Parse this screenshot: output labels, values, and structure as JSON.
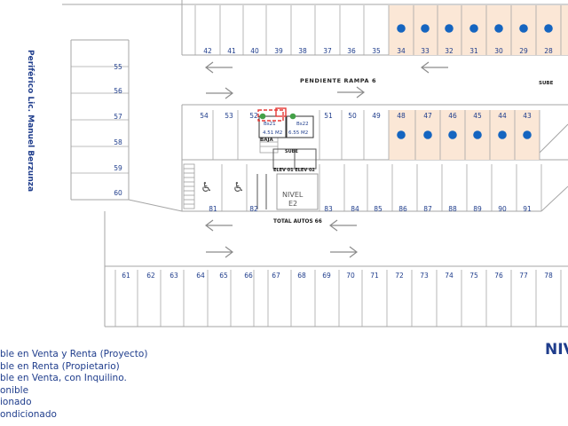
{
  "street_name": "Periférico Lic. Manuel Berzunza",
  "ramp_label": "PENDIENTE RAMPA 6",
  "sube_labels": [
    "SUBE",
    "SUBE"
  ],
  "baja_label": "BAJA",
  "elevators_label": "ELEV 01 ELEV 02",
  "level_label": "NIVEL",
  "level_code": "E2",
  "total_label": "TOTAL AUTOS 66",
  "level_title_partial": "NIV",
  "storage": [
    {
      "code": "Bs21",
      "area": "4.51 M2"
    },
    {
      "code": "Bs22",
      "area": "6.55 M2"
    }
  ],
  "spots": {
    "top_row": [
      "42",
      "41",
      "40",
      "39",
      "38",
      "37",
      "36",
      "35",
      "34",
      "33",
      "32",
      "31",
      "30",
      "29",
      "28"
    ],
    "left_column": [
      "55",
      "56",
      "57",
      "58",
      "59",
      "60"
    ],
    "middle_upper": [
      "54",
      "53",
      "52",
      "51",
      "50",
      "49",
      "48",
      "47",
      "46",
      "45",
      "44",
      "43"
    ],
    "middle_lower": [
      "81",
      "82",
      "83",
      "84",
      "85",
      "86",
      "87",
      "88",
      "89",
      "90",
      "91"
    ],
    "bottom_row": [
      "61",
      "62",
      "63",
      "64",
      "65",
      "66",
      "67",
      "68",
      "69",
      "70",
      "71",
      "72",
      "73",
      "74",
      "75",
      "76",
      "77",
      "78"
    ]
  },
  "highlighted_spots": [
    "34",
    "33",
    "32",
    "31",
    "30",
    "29",
    "28",
    "48",
    "47",
    "46",
    "45",
    "44",
    "43"
  ],
  "colors": {
    "highlight_fill": "#fbe7d6",
    "dot": "#1565c0",
    "green_dot": "#43a047",
    "line": "#a6a6a6",
    "label_blue": "#1f3d8c",
    "red_mark": "#e53935"
  },
  "legend": [
    "ble en Venta y Renta (Proyecto)",
    "ble en Renta (Propietario)",
    "ble en Venta, con Inquilino.",
    "onible",
    "ionado",
    "ondicionado"
  ]
}
